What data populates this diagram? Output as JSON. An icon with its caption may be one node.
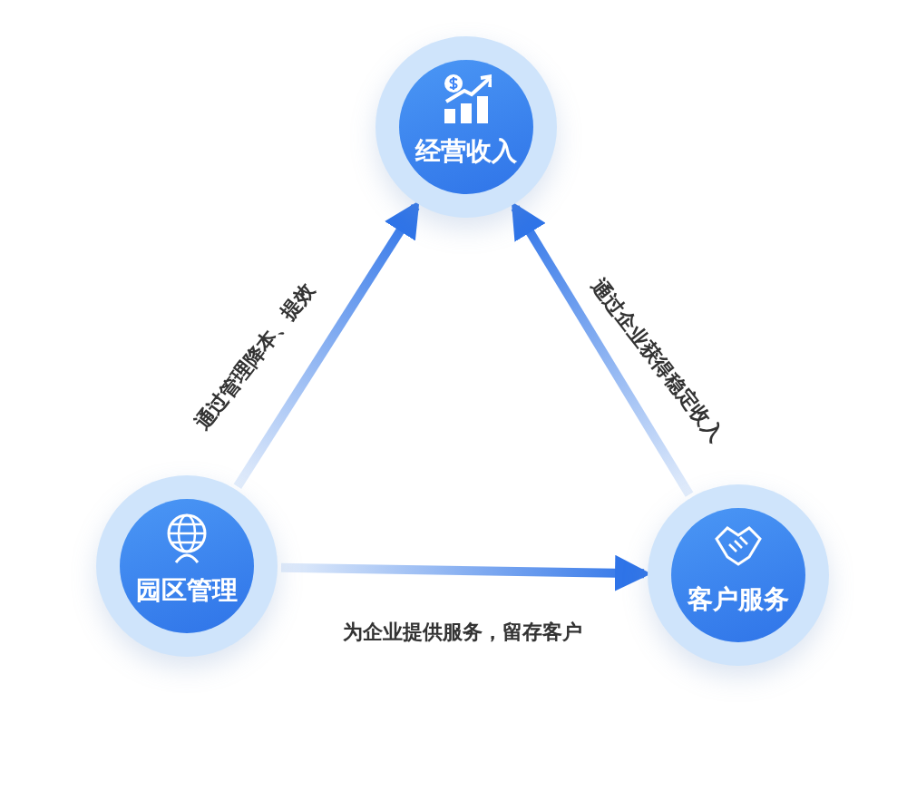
{
  "diagram": {
    "nodes": [
      {
        "text": [
          "经营收入"
        ]
      },
      {
        "text": [
          "园区管理"
        ]
      },
      {
        "text": [
          "客户服务"
        ]
      }
    ],
    "edges": [
      {
        "from": 1,
        "to": 0,
        "arrow": "to",
        "label": "通过管理降本、提效"
      },
      {
        "from": 2,
        "to": 0,
        "arrow": "to",
        "label": "通过企业获得稳定收入"
      },
      {
        "from": 1,
        "to": 2,
        "arrow": "to",
        "label": "为企业提供服务，留存客户"
      }
    ]
  }
}
